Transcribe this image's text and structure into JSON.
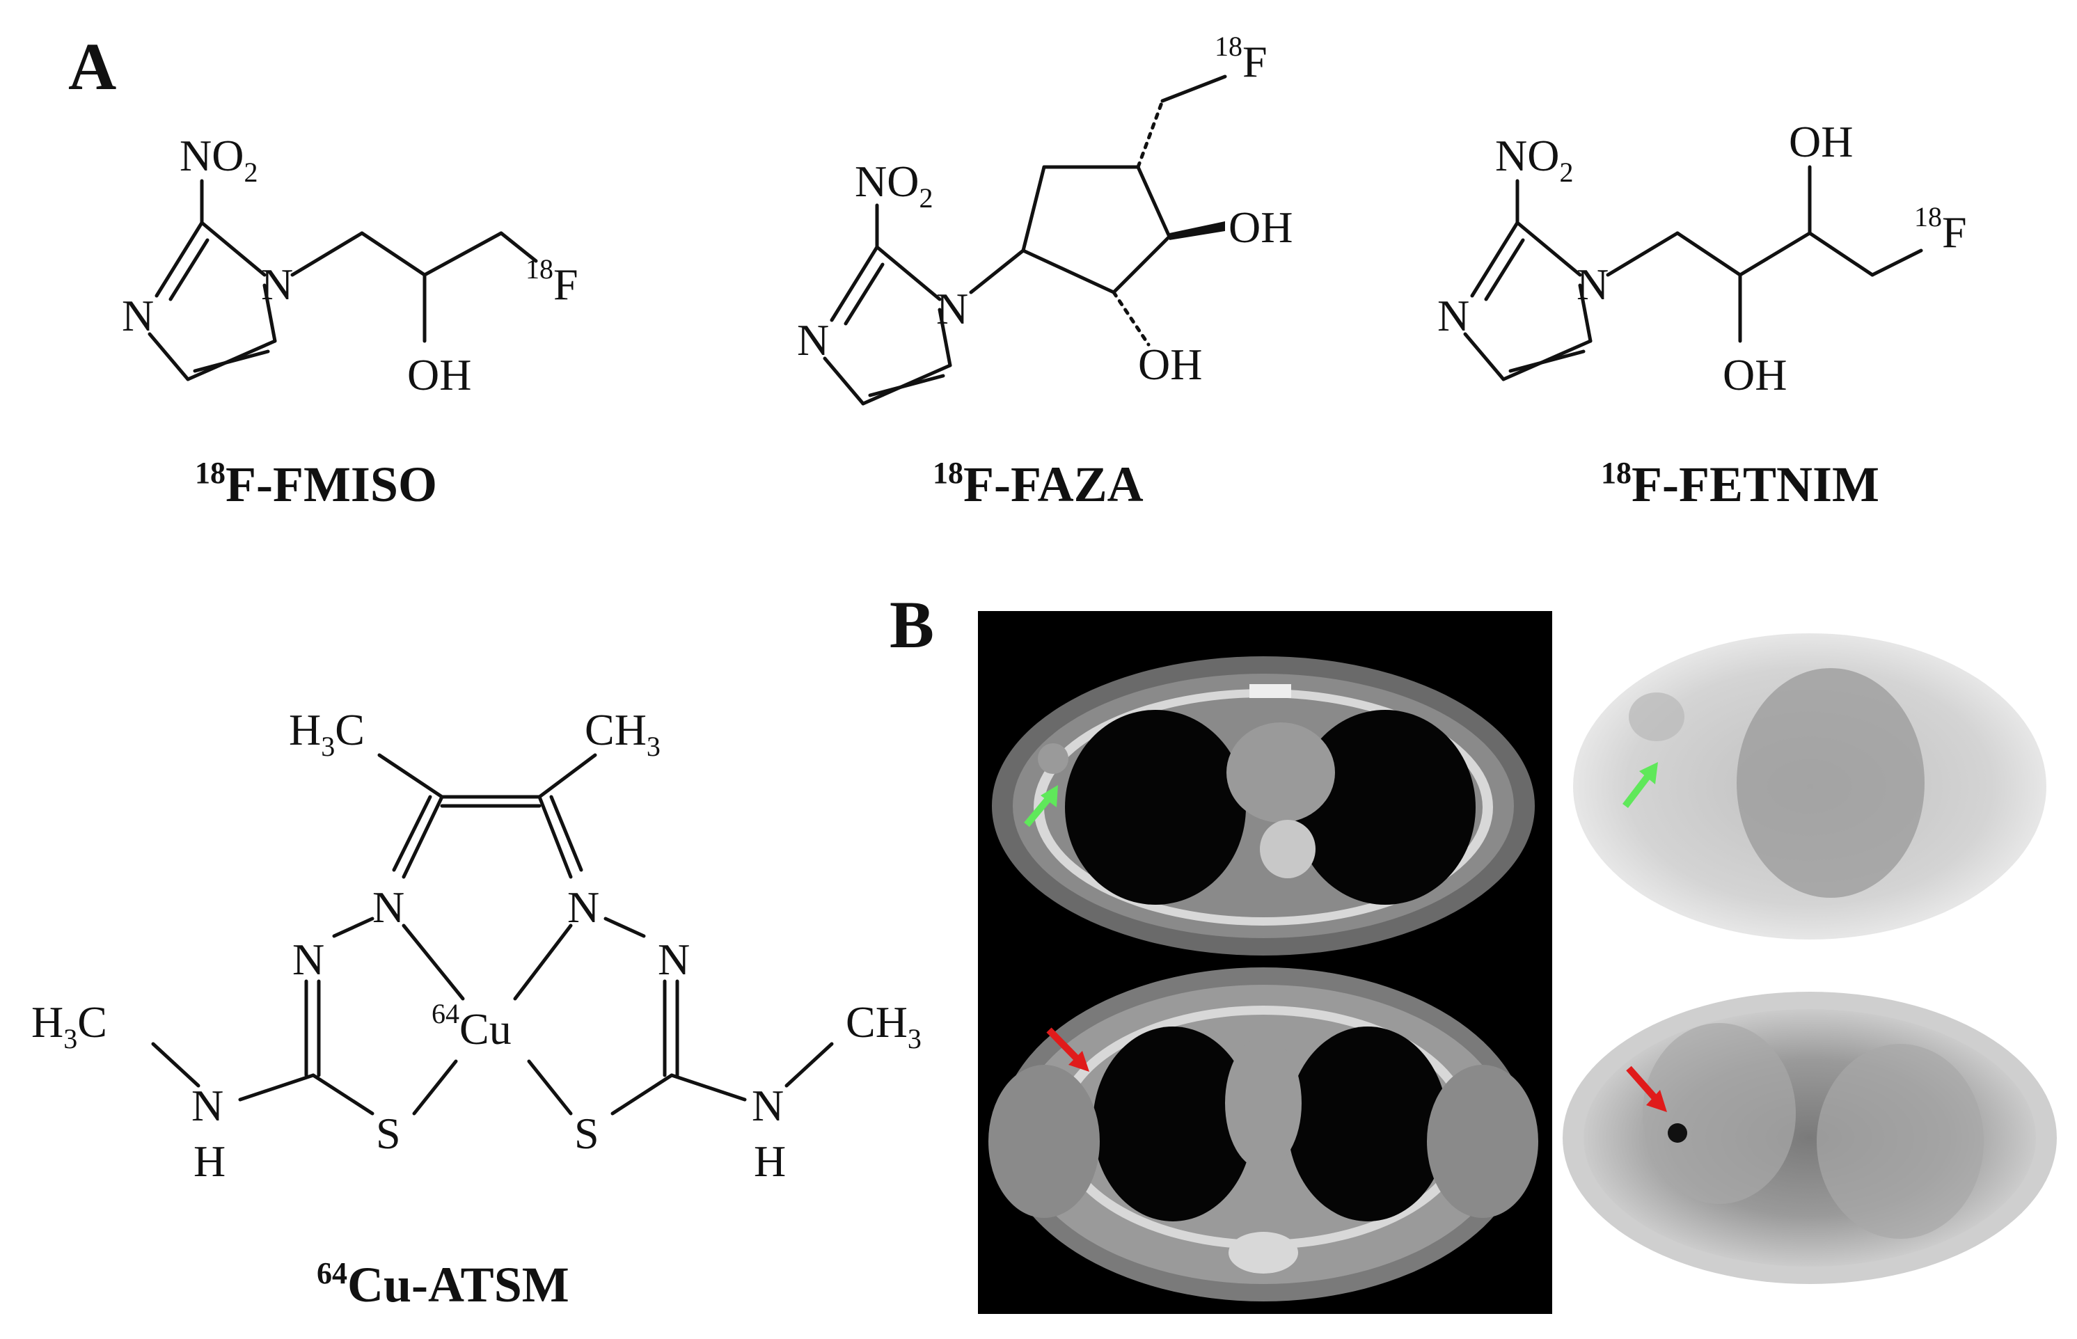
{
  "panels": {
    "a": "A",
    "b": "B"
  },
  "atoms": {
    "no2": "NO",
    "no2_sub": "2",
    "n": "N",
    "oh": "OH",
    "f": "F",
    "f_iso": "18",
    "h3c": "H",
    "h3c_sub": "3",
    "h3c_c": "C",
    "ch3": "CH",
    "ch3_sub": "3",
    "h": "H",
    "s": "S",
    "cu": "Cu",
    "cu_iso": "64"
  },
  "compounds": [
    {
      "iso": "18",
      "name": "F-FMISO"
    },
    {
      "iso": "18",
      "name": "F-FAZA"
    },
    {
      "iso": "18",
      "name": "F-FETNIM"
    },
    {
      "iso": "64",
      "name": "Cu-ATSM"
    }
  ],
  "colors": {
    "green_arrow": "#5fe85a",
    "red_arrow": "#e01b1b",
    "ct_background": "#000000",
    "pet_background": "#ffffff"
  }
}
